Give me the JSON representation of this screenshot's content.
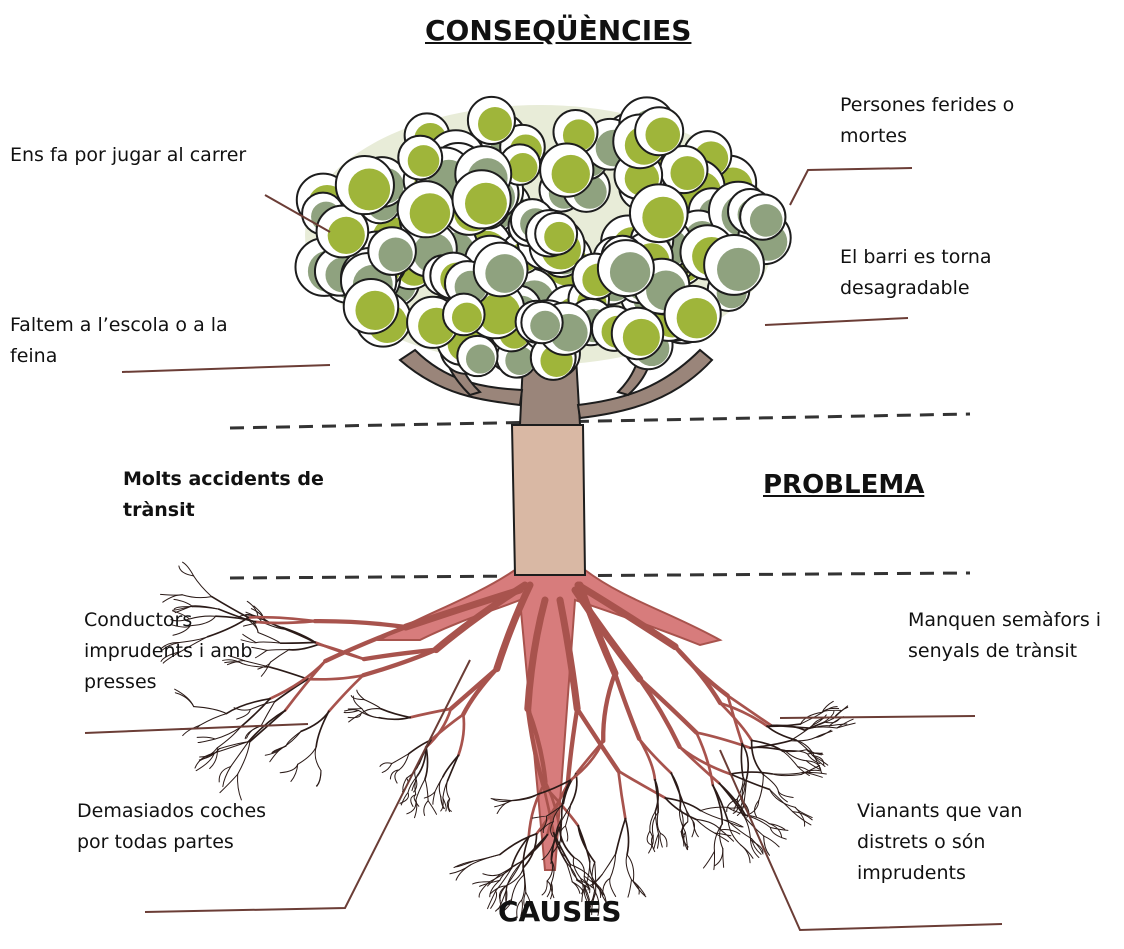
{
  "headings": {
    "consequences": "CONSEQÜÈNCIES",
    "problem": "PROBLEMA",
    "causes": "CAUSES"
  },
  "problem_text": "Molts accidents de trànsit",
  "consequences": [
    "Ens fa por jugar al carrer",
    "Faltem a l’escola o a la feina",
    "Persones ferides o mortes",
    "El barri es torna desagradable"
  ],
  "causes": [
    "Conductors imprudents i amb presses",
    "Demasiados coches por todas partes",
    "Manquen semàfors i senyals de trànsit",
    "Vianants que van distrets o són imprudents"
  ],
  "colors": {
    "leaf_light": "#9fb53a",
    "leaf_gray": "#8fa27f",
    "trunk": "#d9b8a4",
    "trunk_dark": "#9a857a",
    "root": "#a8534d",
    "root_fill": "#d77c7c",
    "outline": "#1d1d1d",
    "line": "#6b3d36"
  }
}
